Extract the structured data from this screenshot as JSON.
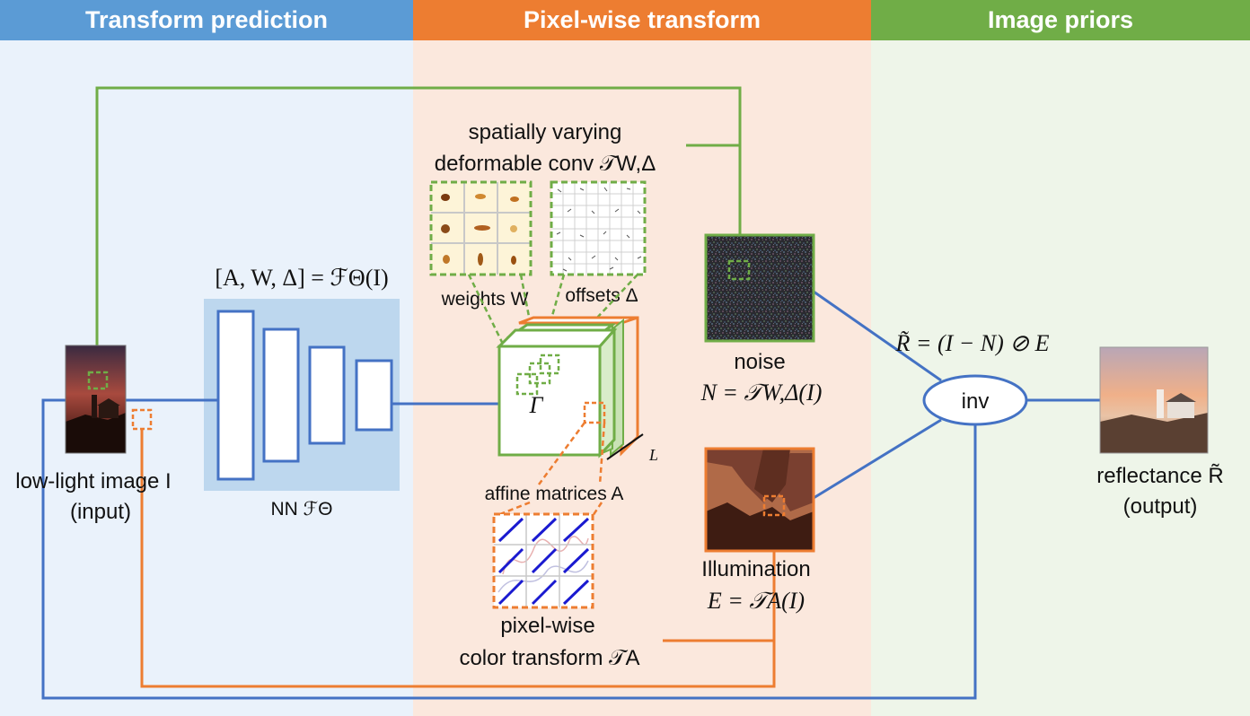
{
  "headers": {
    "transform_prediction": "Transform prediction",
    "pixel_wise_transform": "Pixel-wise transform",
    "image_priors": "Image priors"
  },
  "colors": {
    "blue": "#4472c4",
    "green": "#70ad47",
    "orange": "#ed7d31",
    "header_blue": "#5b9bd5",
    "header_orange": "#ed7d31",
    "header_green": "#70ad47",
    "panel_blue": "#eaf2fb",
    "panel_orange": "#fbe8dd",
    "panel_green": "#eef5e9",
    "nn_box": "#bdd7ee"
  },
  "input": {
    "label_line1": "low-light image I",
    "label_line2": "(input)"
  },
  "network": {
    "equation": "[A, W, Δ] = ℱΘ(I)",
    "label": "NN ℱΘ"
  },
  "deformable": {
    "title_line1": "spatially varying",
    "title_line2": "deformable conv 𝒯W,Δ",
    "weights_label": "weights W",
    "offsets_label": "offsets Δ"
  },
  "tensor": {
    "gamma": "Γ",
    "depth_label": "L"
  },
  "affine": {
    "label": "affine matrices A",
    "transform_line1": "pixel-wise",
    "transform_line2": "color transform 𝒯A"
  },
  "noise": {
    "label": "noise",
    "equation": "N = 𝒯W,Δ(I)"
  },
  "illumination": {
    "label": "Illumination",
    "equation": "E = 𝒯A(I)"
  },
  "inv": {
    "label": "inv",
    "equation": "R̃ = (I − N) ⊘ E"
  },
  "output": {
    "label_line1": "reflectance R̃",
    "label_line2": "(output)"
  }
}
